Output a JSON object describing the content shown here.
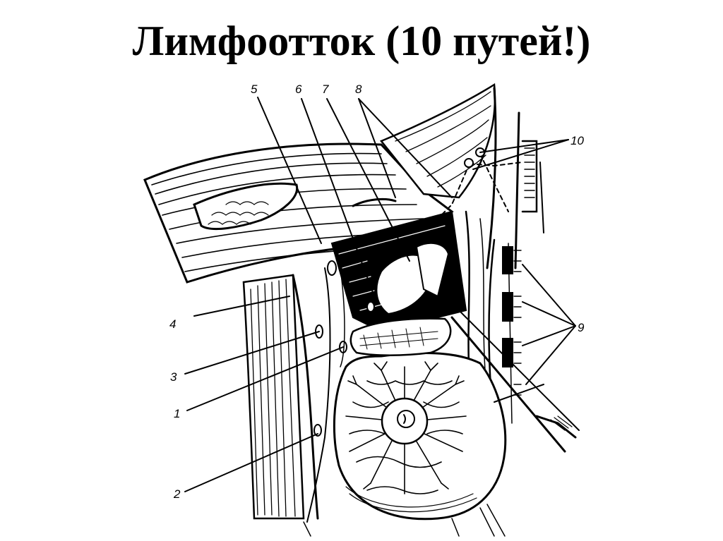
{
  "slide": {
    "title": "Лимфоотток (10 путей!)"
  },
  "figure": {
    "description": "Anatomical engraving: lymphatic drainage pathways of the mammary gland",
    "ink_color": "#000000",
    "background_color": "#ffffff",
    "labels": [
      {
        "id": "1",
        "text": "1"
      },
      {
        "id": "2",
        "text": "2"
      },
      {
        "id": "3",
        "text": "3"
      },
      {
        "id": "4",
        "text": "4"
      },
      {
        "id": "5",
        "text": "5"
      },
      {
        "id": "6",
        "text": "6"
      },
      {
        "id": "7",
        "text": "7"
      },
      {
        "id": "8",
        "text": "8"
      },
      {
        "id": "9",
        "text": "9"
      },
      {
        "id": "10",
        "text": "10"
      }
    ]
  }
}
